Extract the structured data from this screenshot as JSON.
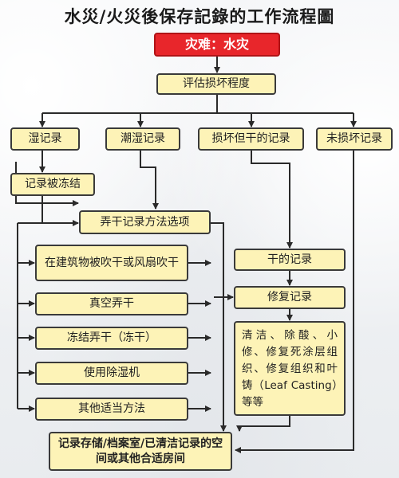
{
  "title": "水災/火災後保存記錄的工作流程圖",
  "nodes": {
    "disaster": "灾难：水灾",
    "assess": "评估损坏程度",
    "wet": "湿记录",
    "damp": "潮湿记录",
    "damaged_dry": "损坏但干的记录",
    "undamaged": "未损坏记录",
    "frozen": "记录被冻结",
    "drying_options": "弄干记录方法选项",
    "air_dry": "在建筑物被吹干或风扇吹干",
    "vacuum": "真空弄干",
    "freeze_dry": "冻结弄干（冻干）",
    "dehumidifier": "使用除湿机",
    "other": "其他适当方法",
    "dry_records": "干的记录",
    "repair": "修复记录",
    "repair_detail": "清洁、除酸、小修、修复死涂层组织、修复组织和叶铸（Leaf Casting）等等",
    "storage": "记录存储/档案室/已清洁记录的空间或其他合适房间"
  }
}
